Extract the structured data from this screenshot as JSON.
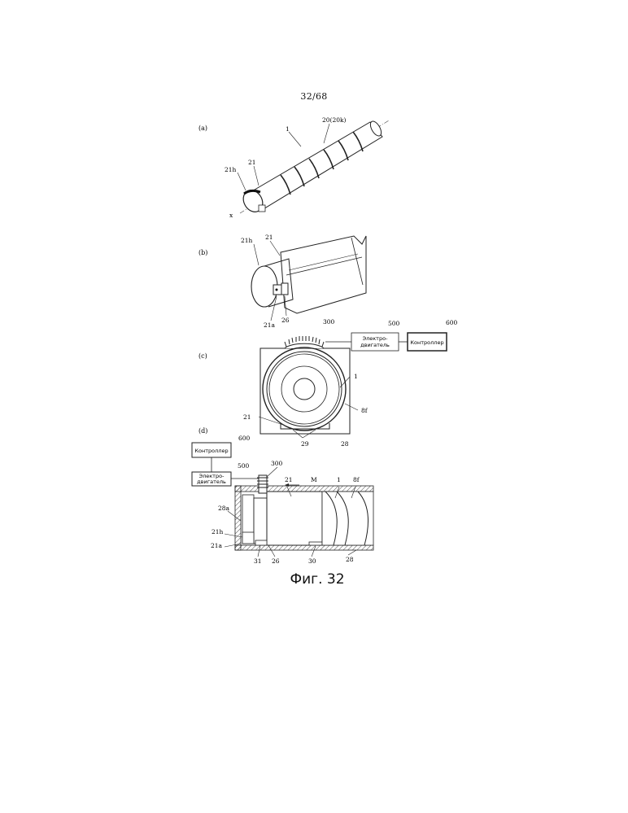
{
  "page_number": "32/68",
  "figure_caption": "Фиг. 32",
  "panels": {
    "a": {
      "label": "(a)",
      "callouts": {
        "c1": "1",
        "c20": "20(20k)",
        "c21": "21",
        "c21h": "21h",
        "cx": "x"
      }
    },
    "b": {
      "label": "(b)",
      "callouts": {
        "c21h": "21h",
        "c21": "21",
        "c21a": "21a",
        "c26": "26"
      }
    },
    "c": {
      "label": "(c)",
      "callouts": {
        "c300": "300",
        "c500": "500",
        "c600": "600",
        "c1": "1",
        "c8f": "8f",
        "c21": "21",
        "c29": "29",
        "c28": "28"
      },
      "motor_box": [
        "Электро-",
        "двигатель"
      ],
      "controller_box": "Контроллер"
    },
    "d": {
      "label": "(d)",
      "callouts": {
        "c600": "600",
        "c500": "500",
        "c300": "300",
        "c21": "21",
        "cM": "M",
        "c1": "1",
        "c8f": "8f",
        "c28a": "28a",
        "c21h": "21h",
        "c21a": "21a",
        "c31": "31",
        "c26": "26",
        "c30": "30",
        "c28": "28"
      },
      "motor_box": [
        "Электро-",
        "двигатель"
      ],
      "controller_box": "Контроллер"
    }
  }
}
